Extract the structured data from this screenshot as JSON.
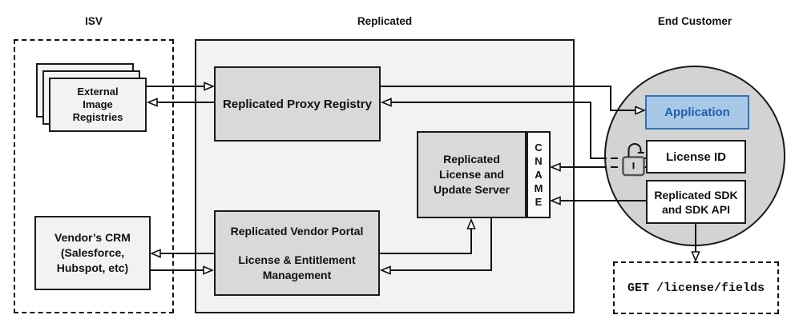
{
  "sections": {
    "isv": {
      "label": "ISV"
    },
    "replicated": {
      "label": "Replicated"
    },
    "end_customer": {
      "label": "End Customer"
    }
  },
  "nodes": {
    "external_registries": {
      "lines": [
        "External",
        "Image",
        "Registries"
      ]
    },
    "vendors_crm": {
      "lines": [
        "Vendor’s CRM",
        "(Salesforce,",
        "Hubspot, etc)"
      ]
    },
    "proxy_registry": {
      "label": "Replicated Proxy Registry"
    },
    "vendor_portal": {
      "lines": [
        "Replicated Vendor Portal",
        "License & Entitlement",
        "Management"
      ]
    },
    "update_server": {
      "lines": [
        "Replicated",
        "License and",
        "Update Server"
      ]
    },
    "cname": {
      "letters": [
        "C",
        "N",
        "A",
        "M",
        "E"
      ]
    },
    "application": {
      "label": "Application"
    },
    "license_id": {
      "label": "License ID"
    },
    "replicated_sdk": {
      "lines": [
        "Replicated SDK",
        "and SDK API"
      ]
    },
    "get_endpoint": {
      "label": "GET /license/fields"
    }
  },
  "icons": {
    "lock": "unlocked-padlock-icon"
  },
  "colors": {
    "accent_blue_fill": "#A8C8E8",
    "accent_blue_border": "#2E74B5",
    "accent_blue_text": "#1F5FA8",
    "node_gray": "#D9D9D9",
    "container_gray": "#F2F2F2",
    "circle_gray": "#D3D3D3",
    "line_black": "#111111",
    "lock_gray": "#555555"
  }
}
